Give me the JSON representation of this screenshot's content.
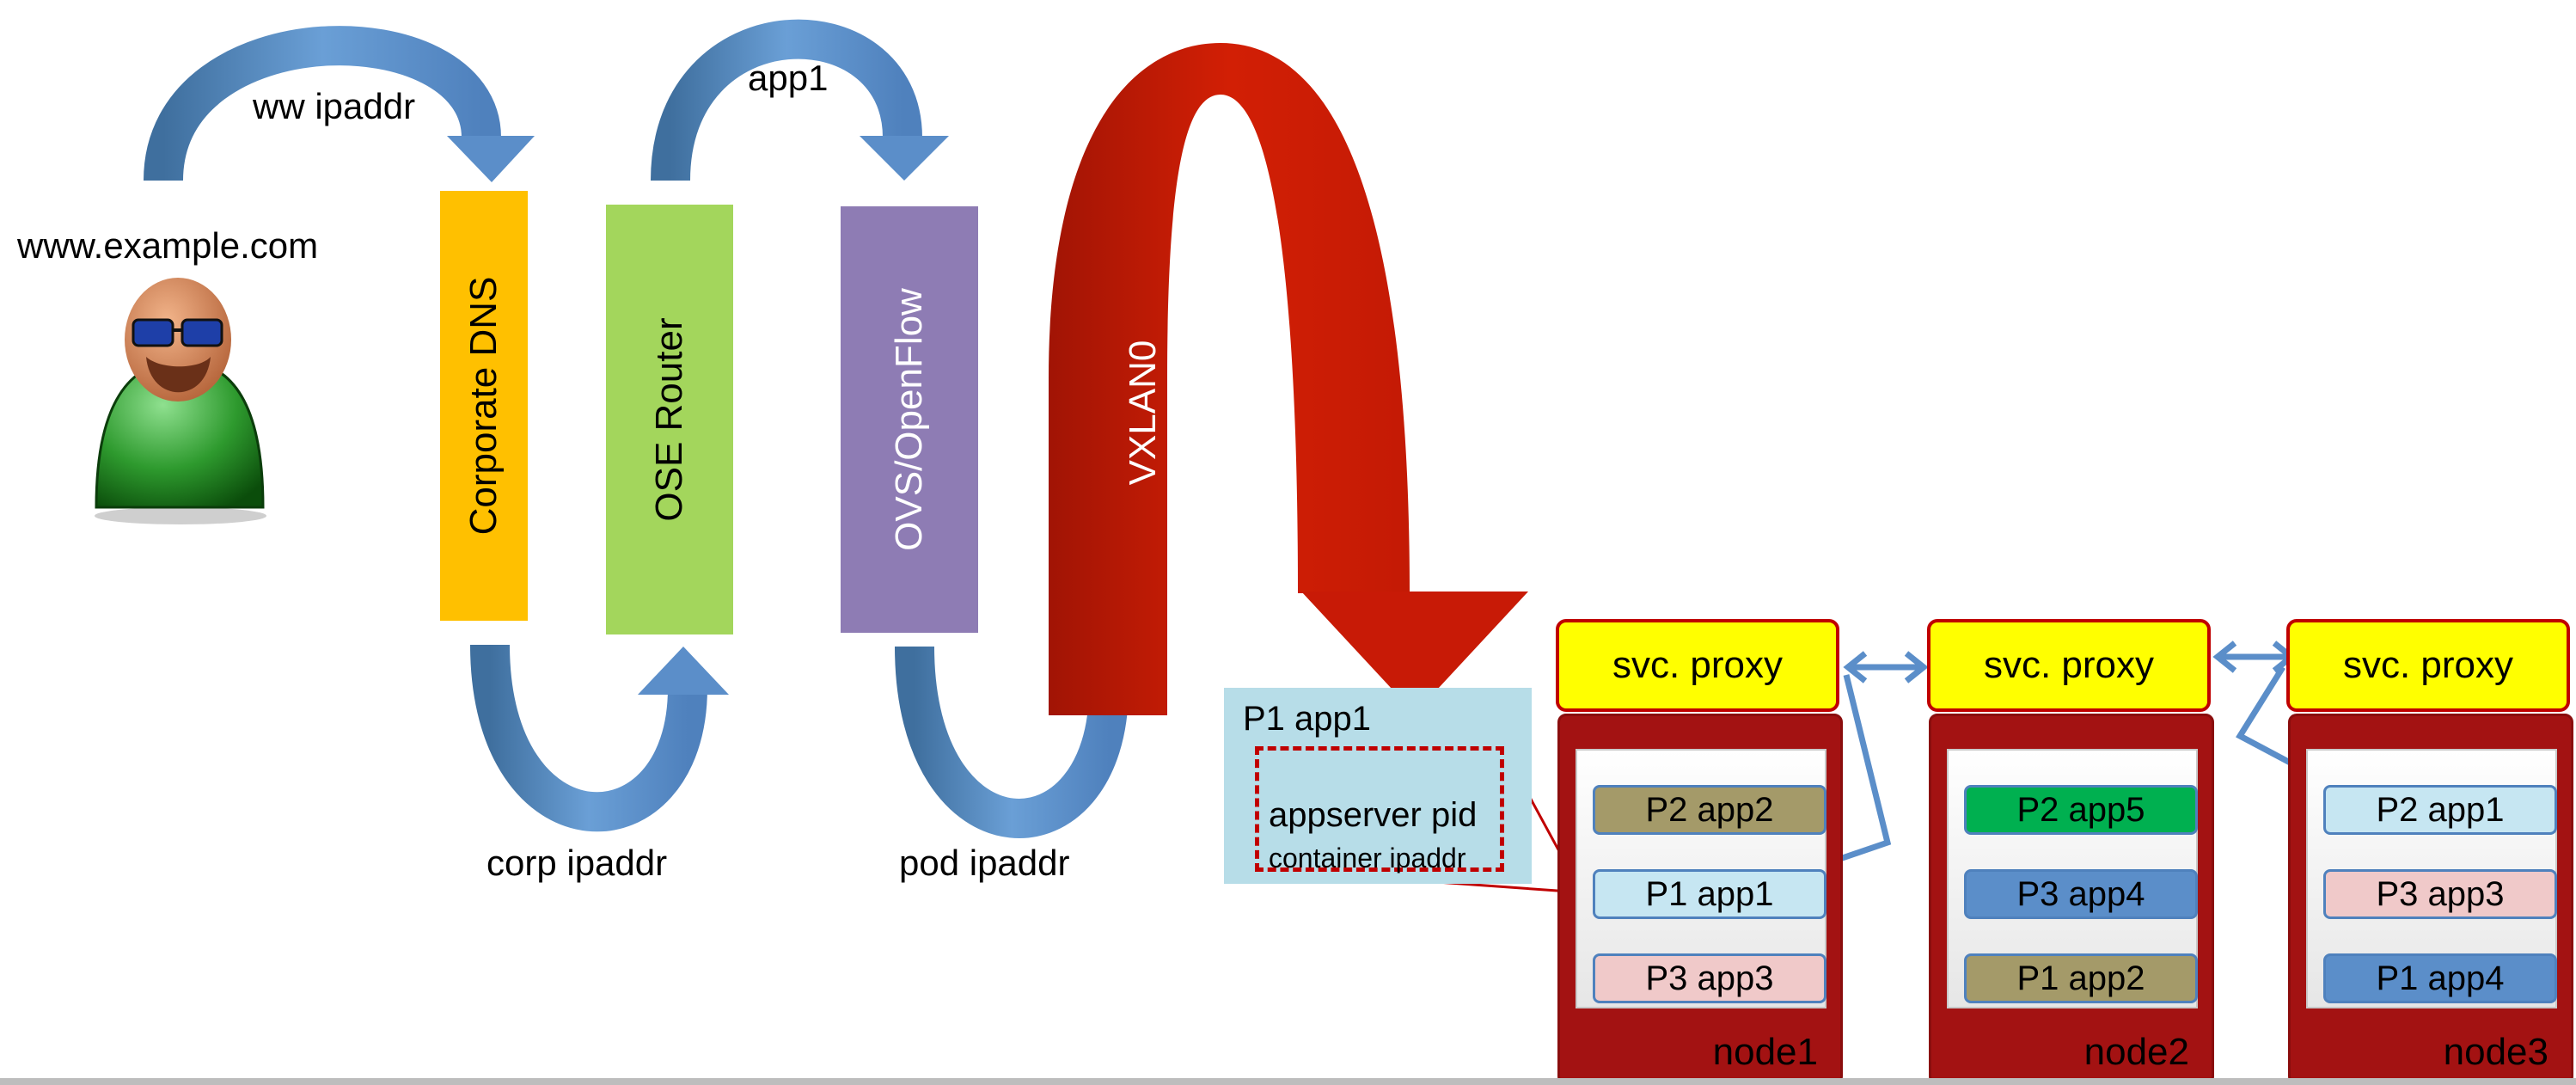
{
  "labels": {
    "site": "www.example.com",
    "ww_ipaddr": "ww ipaddr",
    "app1": "app1",
    "corp_ipaddr": "corp ipaddr",
    "pod_ipaddr": "pod ipaddr",
    "vxlan": "VXLAN0"
  },
  "bars": {
    "dns": "Corporate DNS",
    "router": "OSE Router",
    "ovs": "OVS/OpenFlow"
  },
  "pod_detail": {
    "title": "P1 app1",
    "pid": "appserver pid",
    "container_ip": "container ipaddr"
  },
  "nodes": [
    {
      "label": "node1",
      "proxy": "svc. proxy",
      "pods": [
        {
          "label": "P2 app2"
        },
        {
          "label": "P1 app1"
        },
        {
          "label": "P3 app3"
        }
      ]
    },
    {
      "label": "node2",
      "proxy": "svc. proxy",
      "pods": [
        {
          "label": "P2 app5"
        },
        {
          "label": "P3 app4"
        },
        {
          "label": "P1 app2"
        }
      ]
    },
    {
      "label": "node3",
      "proxy": "svc. proxy",
      "pods": [
        {
          "label": "P2 app1"
        },
        {
          "label": "P3 app3"
        },
        {
          "label": "P1 app4"
        }
      ]
    }
  ],
  "colors": {
    "dns": "#ffc000",
    "router": "#a3d65c",
    "ovs": "#8e7cb4",
    "arrow_blue": "#5b8ec9",
    "vxlan_red": "#c81a06",
    "proxy_yellow": "#ffff00",
    "node_red": "#a31212",
    "pod_olive": "#a49a69",
    "pod_lightblue": "#c6e6f2",
    "pod_pink": "#f0c9c9",
    "pod_green": "#00b050",
    "pod_blue": "#5b8ec9"
  }
}
